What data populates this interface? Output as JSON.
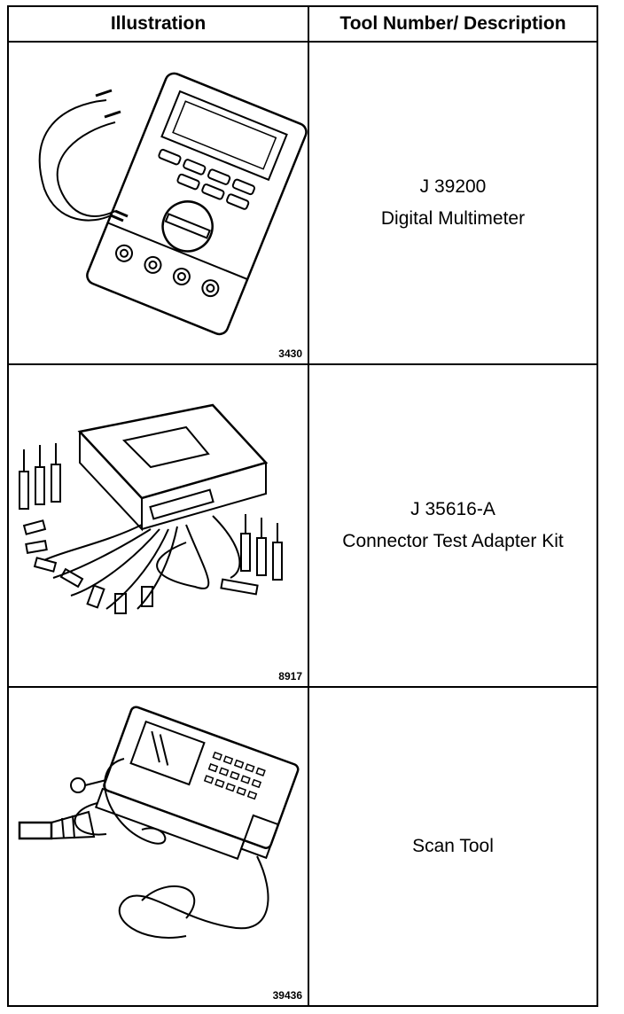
{
  "header": {
    "illustration": "Illustration",
    "description": "Tool Number/ Description"
  },
  "rows": [
    {
      "figure": "3430",
      "tool_number": "J 39200",
      "description": "Digital Multimeter",
      "icon": "multimeter-illustration"
    },
    {
      "figure": "8917",
      "tool_number": "J 35616-A",
      "description": "Connector Test Adapter Kit",
      "icon": "adapter-kit-illustration"
    },
    {
      "figure": "39436",
      "tool_number": "",
      "description": "Scan Tool",
      "icon": "scan-tool-illustration"
    }
  ]
}
